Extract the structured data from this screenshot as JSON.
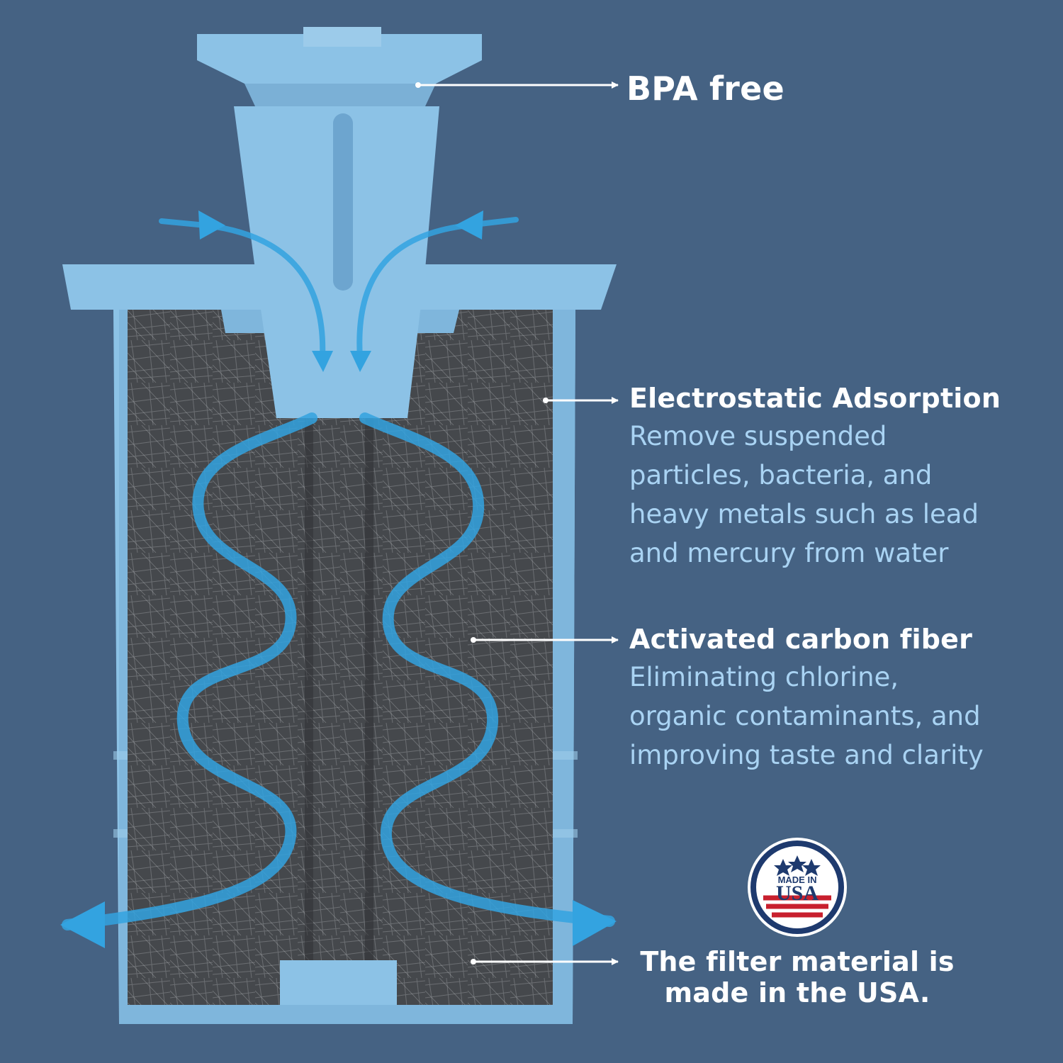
{
  "colors": {
    "background": "#456283",
    "cartridge": "#8cc2e6",
    "cartridge_shade": "#7bb0d6",
    "filter_media": "#46494d",
    "water_flow": "#33a3e0",
    "heading_text": "#ffffff",
    "description_text": "#a9d3f3"
  },
  "callouts": {
    "bpa": {
      "title": "BPA free"
    },
    "electrostatic": {
      "title": "Electrostatic Adsorption",
      "lines": [
        "Remove suspended",
        "particles, bacteria, and",
        "heavy metals such as lead",
        "and mercury from water"
      ]
    },
    "carbon": {
      "title": "Activated carbon fiber",
      "lines": [
        "Eliminating chlorine,",
        "organic contaminants, and",
        "improving taste and clarity"
      ]
    },
    "usa": {
      "lines": [
        "The filter material is",
        "made in the USA."
      ]
    }
  },
  "badge": {
    "line1": "MADE IN",
    "line2": "USA"
  },
  "icons": [
    "arrow-right-icon",
    "water-flow-arrow-icon",
    "made-in-usa-seal-icon"
  ]
}
